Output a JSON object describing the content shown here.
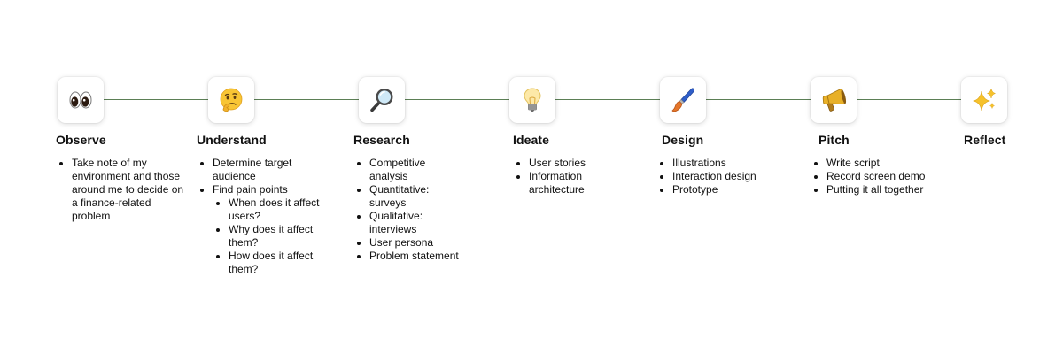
{
  "steps": [
    {
      "id": "observe",
      "icon": "eyes-icon",
      "title": "Observe",
      "bullets": [
        {
          "text": "Take note of my environment and those around me to decide on a finance-related problem"
        }
      ]
    },
    {
      "id": "understand",
      "icon": "thinking-face-icon",
      "title": "Understand",
      "bullets": [
        {
          "text": "Determine target audience"
        },
        {
          "text": "Find pain points",
          "sub": [
            "When does it affect users?",
            "Why does it affect them?",
            "How does it affect them?"
          ]
        }
      ]
    },
    {
      "id": "research",
      "icon": "magnifying-glass-icon",
      "title": "Research",
      "bullets": [
        {
          "text": "Competitive analysis"
        },
        {
          "text": "Quantitative: surveys"
        },
        {
          "text": "Qualitative: interviews"
        },
        {
          "text": "User persona"
        },
        {
          "text": "Problem statement"
        }
      ]
    },
    {
      "id": "ideate",
      "icon": "light-bulb-icon",
      "title": "Ideate",
      "bullets": [
        {
          "text": "User stories"
        },
        {
          "text": "Information architecture"
        }
      ]
    },
    {
      "id": "design",
      "icon": "paintbrush-icon",
      "title": "Design",
      "bullets": [
        {
          "text": "Illustrations"
        },
        {
          "text": "Interaction design"
        },
        {
          "text": "Prototype"
        }
      ]
    },
    {
      "id": "pitch",
      "icon": "megaphone-icon",
      "title": "Pitch",
      "bullets": [
        {
          "text": "Write script"
        },
        {
          "text": "Record screen demo"
        },
        {
          "text": "Putting it all together"
        }
      ]
    },
    {
      "id": "reflect",
      "icon": "sparkles-icon",
      "title": "Reflect",
      "bullets": []
    }
  ]
}
